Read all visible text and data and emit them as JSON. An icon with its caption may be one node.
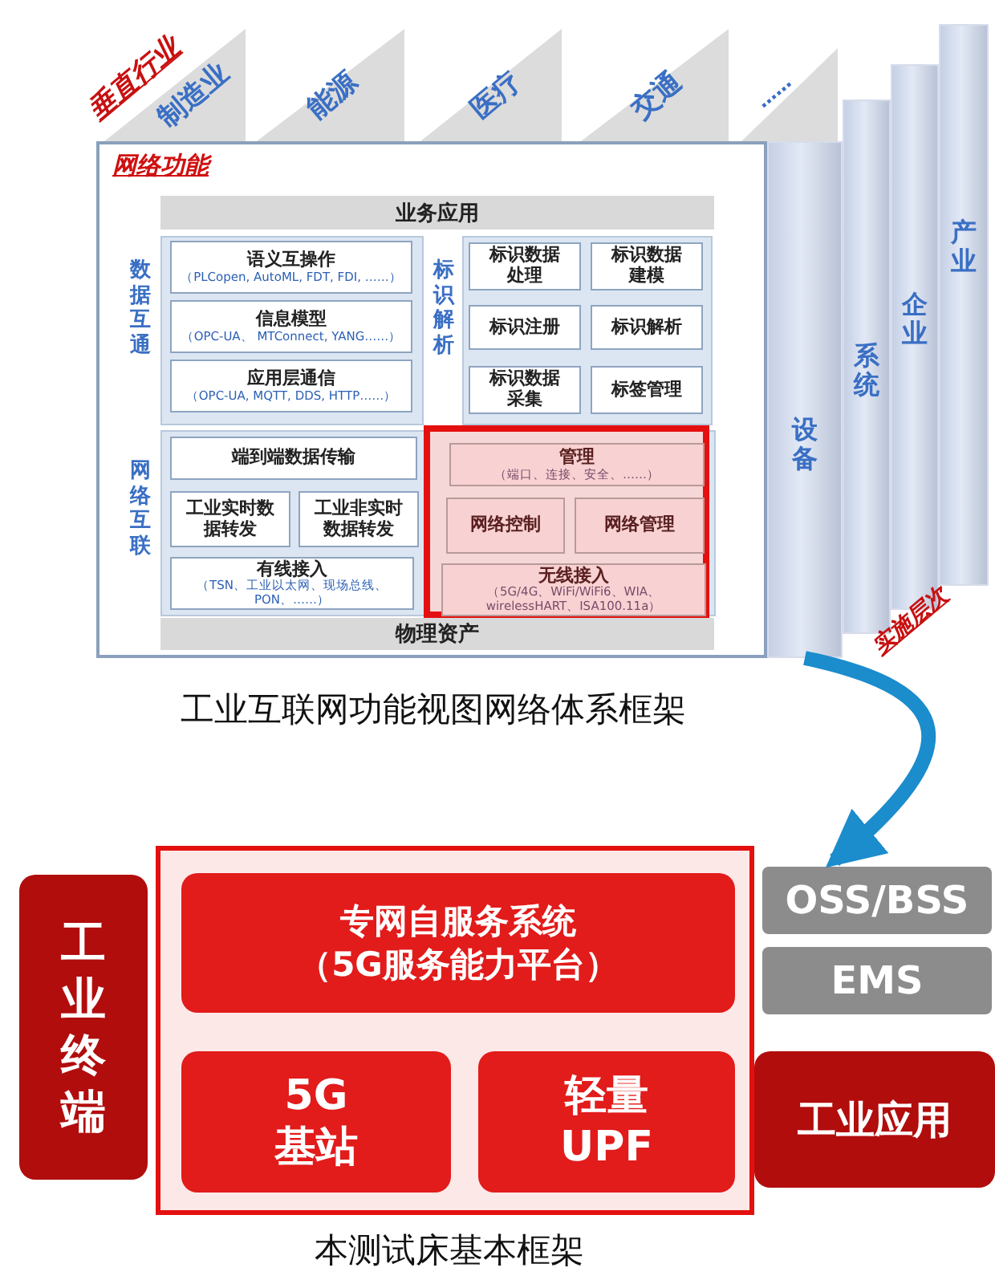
{
  "diagram": {
    "nodes": [
      {
        "text": [
          "制造业"
        ]
      },
      {
        "text": [
          "能源"
        ]
      },
      {
        "text": [
          "医疗"
        ]
      },
      {
        "text": [
          "交通"
        ]
      },
      {
        "text": [
          "……"
        ]
      },
      {
        "text": [
          "设备"
        ]
      },
      {
        "text": [
          "系统"
        ]
      },
      {
        "text": [
          "企业"
        ]
      },
      {
        "text": [
          "产业"
        ]
      },
      {
        "text": [
          "网络功能"
        ]
      },
      {
        "text": [
          "业务应用"
        ],
        "in": 9
      },
      {
        "text": [
          "数据互通"
        ],
        "in": 9
      },
      {
        "text": [
          "语义互操作",
          "（PLCopen, AutoML, FDT, FDI, ……）"
        ],
        "in": 11
      },
      {
        "text": [
          "信息模型",
          "（OPC-UA、 MTConnect, YANG……）"
        ],
        "in": 11
      },
      {
        "text": [
          "应用层通信",
          "（OPC-UA, MQTT, DDS, HTTP……）"
        ],
        "in": 11
      },
      {
        "text": [
          "标识解析"
        ],
        "in": 9
      },
      {
        "text": [
          "标识数据处理"
        ],
        "in": 15
      },
      {
        "text": [
          "标识数据建模"
        ],
        "in": 15
      },
      {
        "text": [
          "标识注册"
        ],
        "in": 15
      },
      {
        "text": [
          "标识解析"
        ],
        "in": 15
      },
      {
        "text": [
          "标识数据采集"
        ],
        "in": 15
      },
      {
        "text": [
          "标签管理"
        ],
        "in": 15
      },
      {
        "text": [
          "网络互联"
        ],
        "in": 9
      },
      {
        "text": [
          "端到端数据传输"
        ],
        "in": 22
      },
      {
        "text": [],
        "shape": "box",
        "in": 22
      },
      {
        "text": [
          "管理",
          "（端口、连接、安全、……）"
        ],
        "in": 24
      },
      {
        "text": [
          "工业实时数据转发"
        ],
        "in": 22
      },
      {
        "text": [
          "工业非实时数据转发"
        ],
        "in": 22
      },
      {
        "text": [
          "网络控制"
        ],
        "in": 24
      },
      {
        "text": [
          "网络管理"
        ],
        "in": 24
      },
      {
        "text": [
          "有线接入",
          "（TSN、工业以太网、现场总线、PON、……）"
        ],
        "in": 22
      },
      {
        "text": [
          "无线接入",
          "（5G/4G、WiFi/WiFi6、WIA、wirelessHART、ISA100.11a）"
        ],
        "in": 24
      },
      {
        "text": [
          "物理资产"
        ],
        "in": 9
      },
      {
        "text": [
          "工业终端"
        ]
      },
      {
        "text": [],
        "shape": "box"
      },
      {
        "text": [
          "专网自服务系统（5G服务能力平台）"
        ],
        "in": 34
      },
      {
        "text": [
          "5G基站"
        ],
        "in": 34
      },
      {
        "text": [
          "轻量UPF"
        ],
        "in": 34
      },
      {
        "text": [
          "OSS/BSS"
        ]
      },
      {
        "text": [
          "EMS"
        ]
      },
      {
        "text": [
          "工业应用"
        ]
      }
    ],
    "edges": [
      {
        "from": 5,
        "to": 38,
        "arrow": "to",
        "color": "#1b8ccc"
      }
    ],
    "labels": [
      "垂直行业",
      "实施层次",
      "工业互联网功能视图网络体系框架",
      "本测试床基本框架"
    ]
  }
}
